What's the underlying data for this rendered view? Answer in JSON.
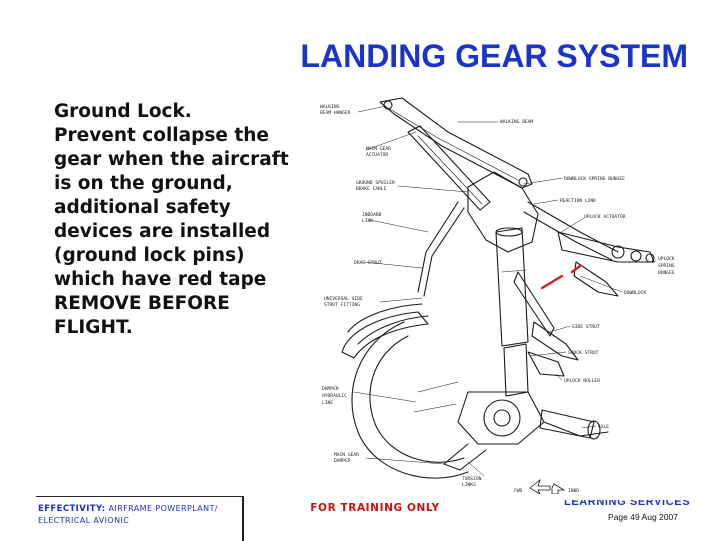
{
  "slide": {
    "title": "LANDING GEAR SYSTEM",
    "body_lines": [
      "Ground Lock.",
      "Prevent collapse the",
      "gear when the aircraft",
      "is on the ground,",
      "additional safety",
      "devices are installed",
      "(ground lock pins)",
      "which have red tape",
      "REMOVE BEFORE",
      "FLIGHT."
    ]
  },
  "diagram": {
    "labels": {
      "walking_beam_hanger": [
        "WALKING",
        "BEAM HANGER"
      ],
      "walking_beam": "WALKING BEAM",
      "main_gear_actuator": [
        "MAIN GEAR",
        "ACTUATOR"
      ],
      "ground spoiler_cable": [
        "GROUND SPOILER",
        "BRAKE CABLE"
      ],
      "downlock_spring_bungee": "DOWNLOCK SPRING BUNGEE",
      "reaction_link": "REACTION LINK",
      "uplock_actuator": "UPLOCK ACTUATOR",
      "inboard_link": [
        "INBOARD",
        "LINK"
      ],
      "drag_strut": "DRAG STRUT",
      "uplock_spring_bungee": [
        "UPLOCK",
        "SPRING",
        "BUNGEE"
      ],
      "universal_side_strut_fitting": [
        "UNIVERSAL SIDE",
        "STRUT FITTING"
      ],
      "downlock": "DOWNLOCK",
      "side_strut": "SIDE STRUT",
      "shock_strut": "SHOCK STRUT",
      "uplock_roller": "UPLOCK ROLLER",
      "damper_hydraulic_line": [
        "DAMPER",
        "HYDRAULIC",
        "LINE"
      ],
      "axle": "AXLE",
      "main_gear_damper": [
        "MAIN GEAR",
        "DAMPER"
      ],
      "torsion_links": [
        "TORSION",
        "LINKS"
      ],
      "fwd": "FWD",
      "inbd": "INBD"
    },
    "pin_color": "#d42020"
  },
  "footer": {
    "effectivity_label": "EFFECTIVITY:",
    "effectivity_value_line1": "AIRFRAME POWERPLANT/",
    "effectivity_value_line2": "ELECTRICAL AVIONIC",
    "training_notice": "FOR TRAINING ONLY",
    "brand": "LEARNING SERVICES",
    "page_info": "Page 49 Aug 2007"
  },
  "colors": {
    "title": "#1a33c8",
    "notice": "#cc1111",
    "text": "#111111"
  }
}
